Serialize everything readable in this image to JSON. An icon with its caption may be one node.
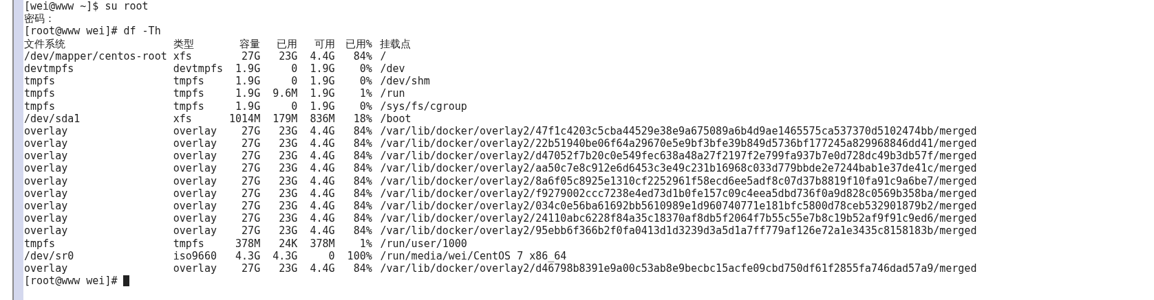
{
  "diagram": {
    "labels": [
      "[wei@www ~]$ su root",
      "密码：",
      "[root@www wei]# df -Th",
      "文件系统",
      "类型",
      "容量",
      "已用",
      "可用",
      "已用%",
      "挂载点",
      "/dev/mapper/centos-root",
      "xfs",
      "27G",
      "23G",
      "4.4G",
      "84%",
      "/",
      "devtmpfs",
      "devtmpfs",
      "1.9G",
      "0",
      "1.9G",
      "0%",
      "/dev",
      "tmpfs",
      "tmpfs",
      "1.9G",
      "0",
      "1.9G",
      "0%",
      "/dev/shm",
      "tmpfs",
      "tmpfs",
      "1.9G",
      "9.6M",
      "1.9G",
      "1%",
      "/run",
      "tmpfs",
      "tmpfs",
      "1.9G",
      "0",
      "1.9G",
      "0%",
      "/sys/fs/cgroup",
      "/dev/sda1",
      "xfs",
      "1014M",
      "179M",
      "836M",
      "18%",
      "/boot",
      "overlay",
      "overlay",
      "27G",
      "23G",
      "4.4G",
      "84%",
      "/var/lib/docker/overlay2/47f1c4203c5cba44529e38e9a675089a6b4d9ae1465575ca537370d5102474bb/merged",
      "overlay",
      "overlay",
      "27G",
      "23G",
      "4.4G",
      "84%",
      "/var/lib/docker/overlay2/22b51940be06f64a29670e5e9bf3bfe39b849d5736bf177245a829968846dd41/merged",
      "overlay",
      "overlay",
      "27G",
      "23G",
      "4.4G",
      "84%",
      "/var/lib/docker/overlay2/d47052f7b20c0e549fec638a48a27f2197f2e799fa937b7e0d728dc49b3db57f/merged",
      "overlay",
      "overlay",
      "27G",
      "23G",
      "4.4G",
      "84%",
      "/var/lib/docker/overlay2/aa50c7e8c912e6d6453c3e49c231b16968c033d779bbde2e7244bab1e37de41c/merged",
      "overlay",
      "overlay",
      "27G",
      "23G",
      "4.4G",
      "84%",
      "/var/lib/docker/overlay2/8a6f05c8925e1310cf2252961f58ecd6ee5adf8c07d37b8819f10fa91c9a6be7/merged",
      "overlay",
      "overlay",
      "27G",
      "23G",
      "4.4G",
      "84%",
      "/var/lib/docker/overlay2/f9279002ccc7238e4ed73d1b0fe157c09c4eea5dbd736f0a9d828c0569b358ba/merged",
      "overlay",
      "overlay",
      "27G",
      "23G",
      "4.4G",
      "84%",
      "/var/lib/docker/overlay2/034c0e56ba61692bb5610989e1d960740771e181bfc5800d78ceb532901879b2/merged",
      "overlay",
      "overlay",
      "27G",
      "23G",
      "4.4G",
      "84%",
      "/var/lib/docker/overlay2/24110abc6228f84a35c18370af8db5f2064f7b55c55e7b8c19b52af9f91c9ed6/merged",
      "overlay",
      "overlay",
      "27G",
      "23G",
      "4.4G",
      "84%",
      "/var/lib/docker/overlay2/95ebb6f366b2f0fa0413d1d3239d3a5d1a7ff779af126e72a1e3435c8158183b/merged",
      "tmpfs",
      "tmpfs",
      "378M",
      "24K",
      "378M",
      "1%",
      "/run/user/1000",
      "/dev/sr0",
      "iso9660",
      "4.3G",
      "4.3G",
      "0",
      "100%",
      "/run/media/wei/CentOS 7 x86_64",
      "overlay",
      "overlay",
      "27G",
      "23G",
      "4.4G",
      "84%",
      "/var/lib/docker/overlay2/d46798b8391e9a00c53ab8e9becbc15acfe09cbd750df61f2855fa746dad57a9/merged",
      "[root@www wei]#"
    ]
  }
}
